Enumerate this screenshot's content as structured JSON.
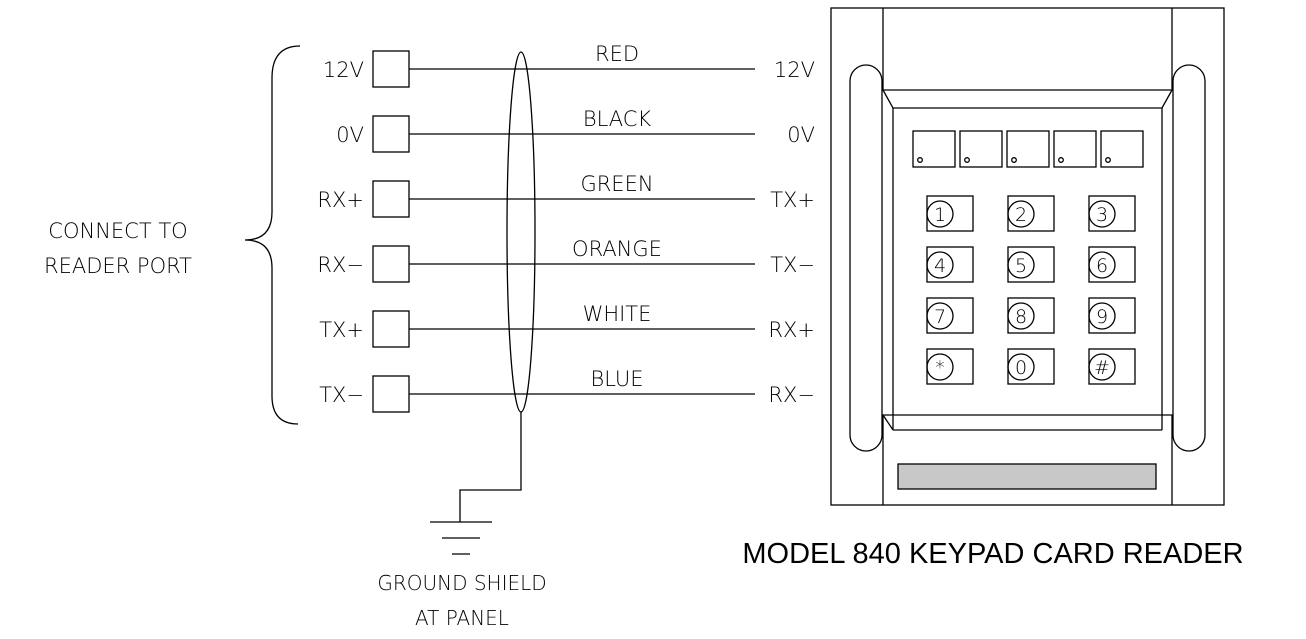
{
  "connector_group_label": [
    "CONNECT TO",
    "READER PORT"
  ],
  "wires": [
    {
      "panel_label": "12V",
      "color_label": "RED",
      "reader_label": "12V"
    },
    {
      "panel_label": "0V",
      "color_label": "BLACK",
      "reader_label": "0V"
    },
    {
      "panel_label": "RX+",
      "color_label": "GREEN",
      "reader_label": "TX+"
    },
    {
      "panel_label": "RX−",
      "color_label": "ORANGE",
      "reader_label": "TX−"
    },
    {
      "panel_label": "TX+",
      "color_label": "WHITE",
      "reader_label": "RX+"
    },
    {
      "panel_label": "TX−",
      "color_label": "BLUE",
      "reader_label": "RX−"
    }
  ],
  "ground_label": [
    "GROUND SHIELD",
    "AT PANEL"
  ],
  "reader": {
    "title": "MODEL 840 KEYPAD CARD READER",
    "keys": [
      "1",
      "2",
      "3",
      "4",
      "5",
      "6",
      "7",
      "8",
      "9",
      "*",
      "0",
      "#"
    ],
    "led_count": 5
  }
}
